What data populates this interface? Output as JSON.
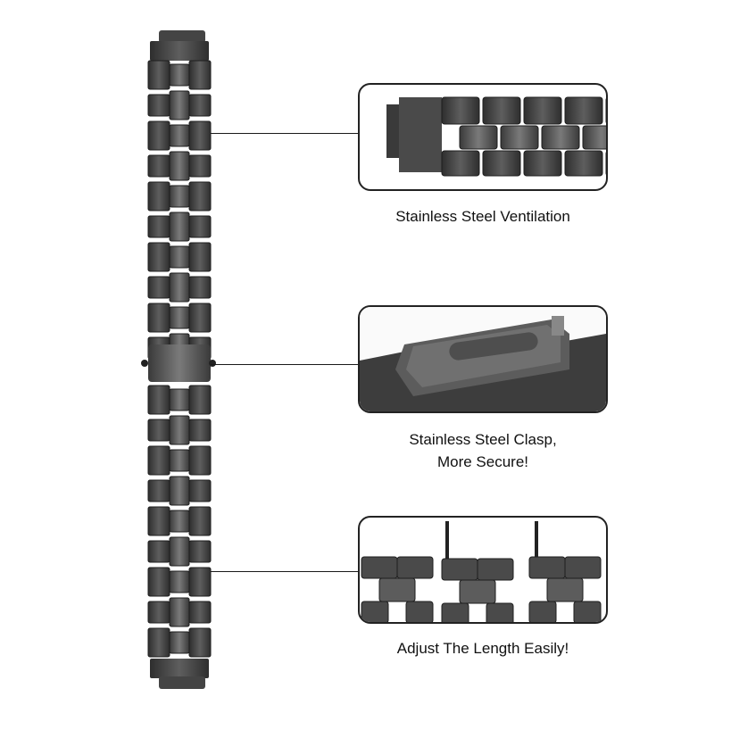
{
  "features": [
    {
      "id": "ventilation",
      "caption_lines": [
        "Stainless Steel Ventilation"
      ]
    },
    {
      "id": "clasp",
      "caption_lines": [
        "Stainless Steel Clasp,",
        "More Secure!"
      ]
    },
    {
      "id": "adjust",
      "caption_lines": [
        "Adjust The Length Easily!"
      ]
    }
  ],
  "colors": {
    "steel_dark": "#3c3c3c",
    "steel_mid": "#5a5a5a",
    "steel_light": "#8a8a8a",
    "line": "#1a1a1a"
  }
}
